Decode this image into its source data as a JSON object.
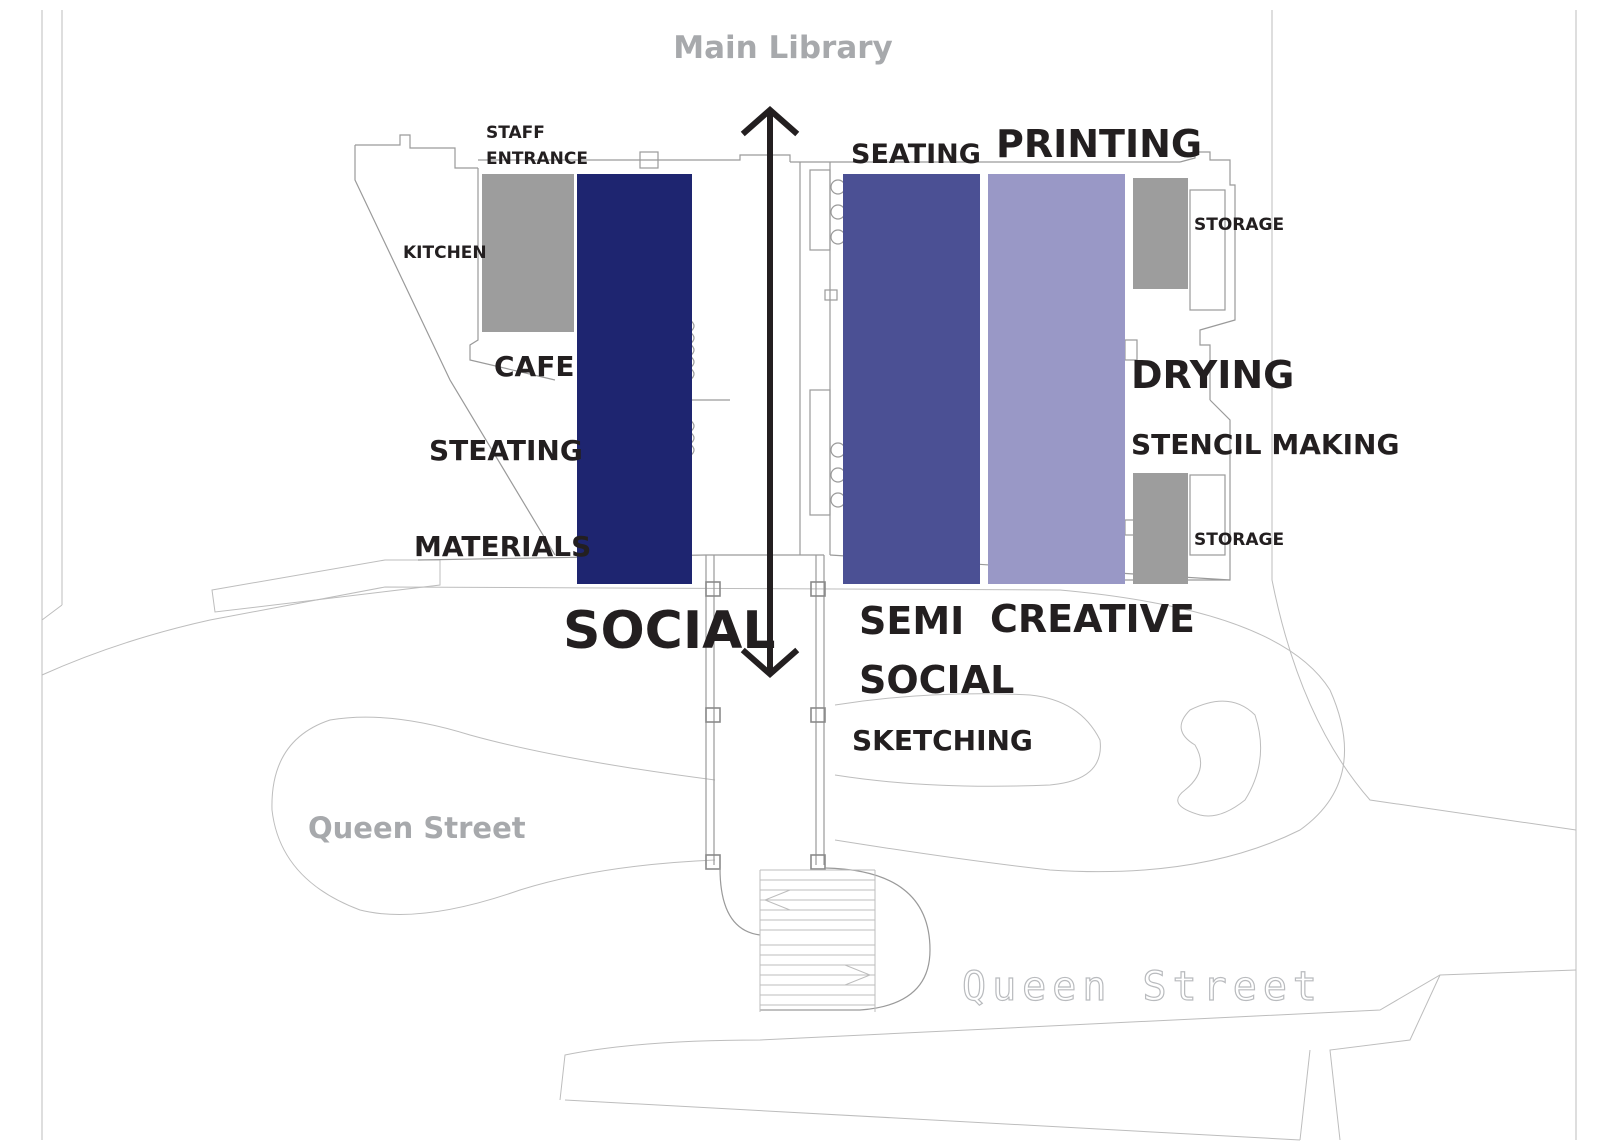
{
  "title": "Main Library",
  "streets": [
    "Queen Street",
    "Queen Street"
  ],
  "zones": {
    "social": "SOCIAL",
    "semi_social_1": "SEMI",
    "semi_social_2": "SOCIAL",
    "creative": "CREATIVE"
  },
  "rooms": {
    "staff_1": "STAFF",
    "staff_2": "ENTRANCE",
    "kitchen": "KITCHEN",
    "cafe": "CAFE",
    "steating": "STEATING",
    "materials": "MATERIALS",
    "seating": "SEATING",
    "printing": "PRINTING",
    "storage_top": "STORAGE",
    "drying": "DRYING",
    "stencil": "STENCIL MAKING",
    "storage_bottom": "STORAGE",
    "sketching": "SKETCHING"
  },
  "colors": {
    "social": "#1e2570",
    "semi_social": "#4b5094",
    "creative": "#9998c6",
    "service": "#9d9d9d",
    "label": "#231f20",
    "muted_label": "#a7a9ac"
  }
}
